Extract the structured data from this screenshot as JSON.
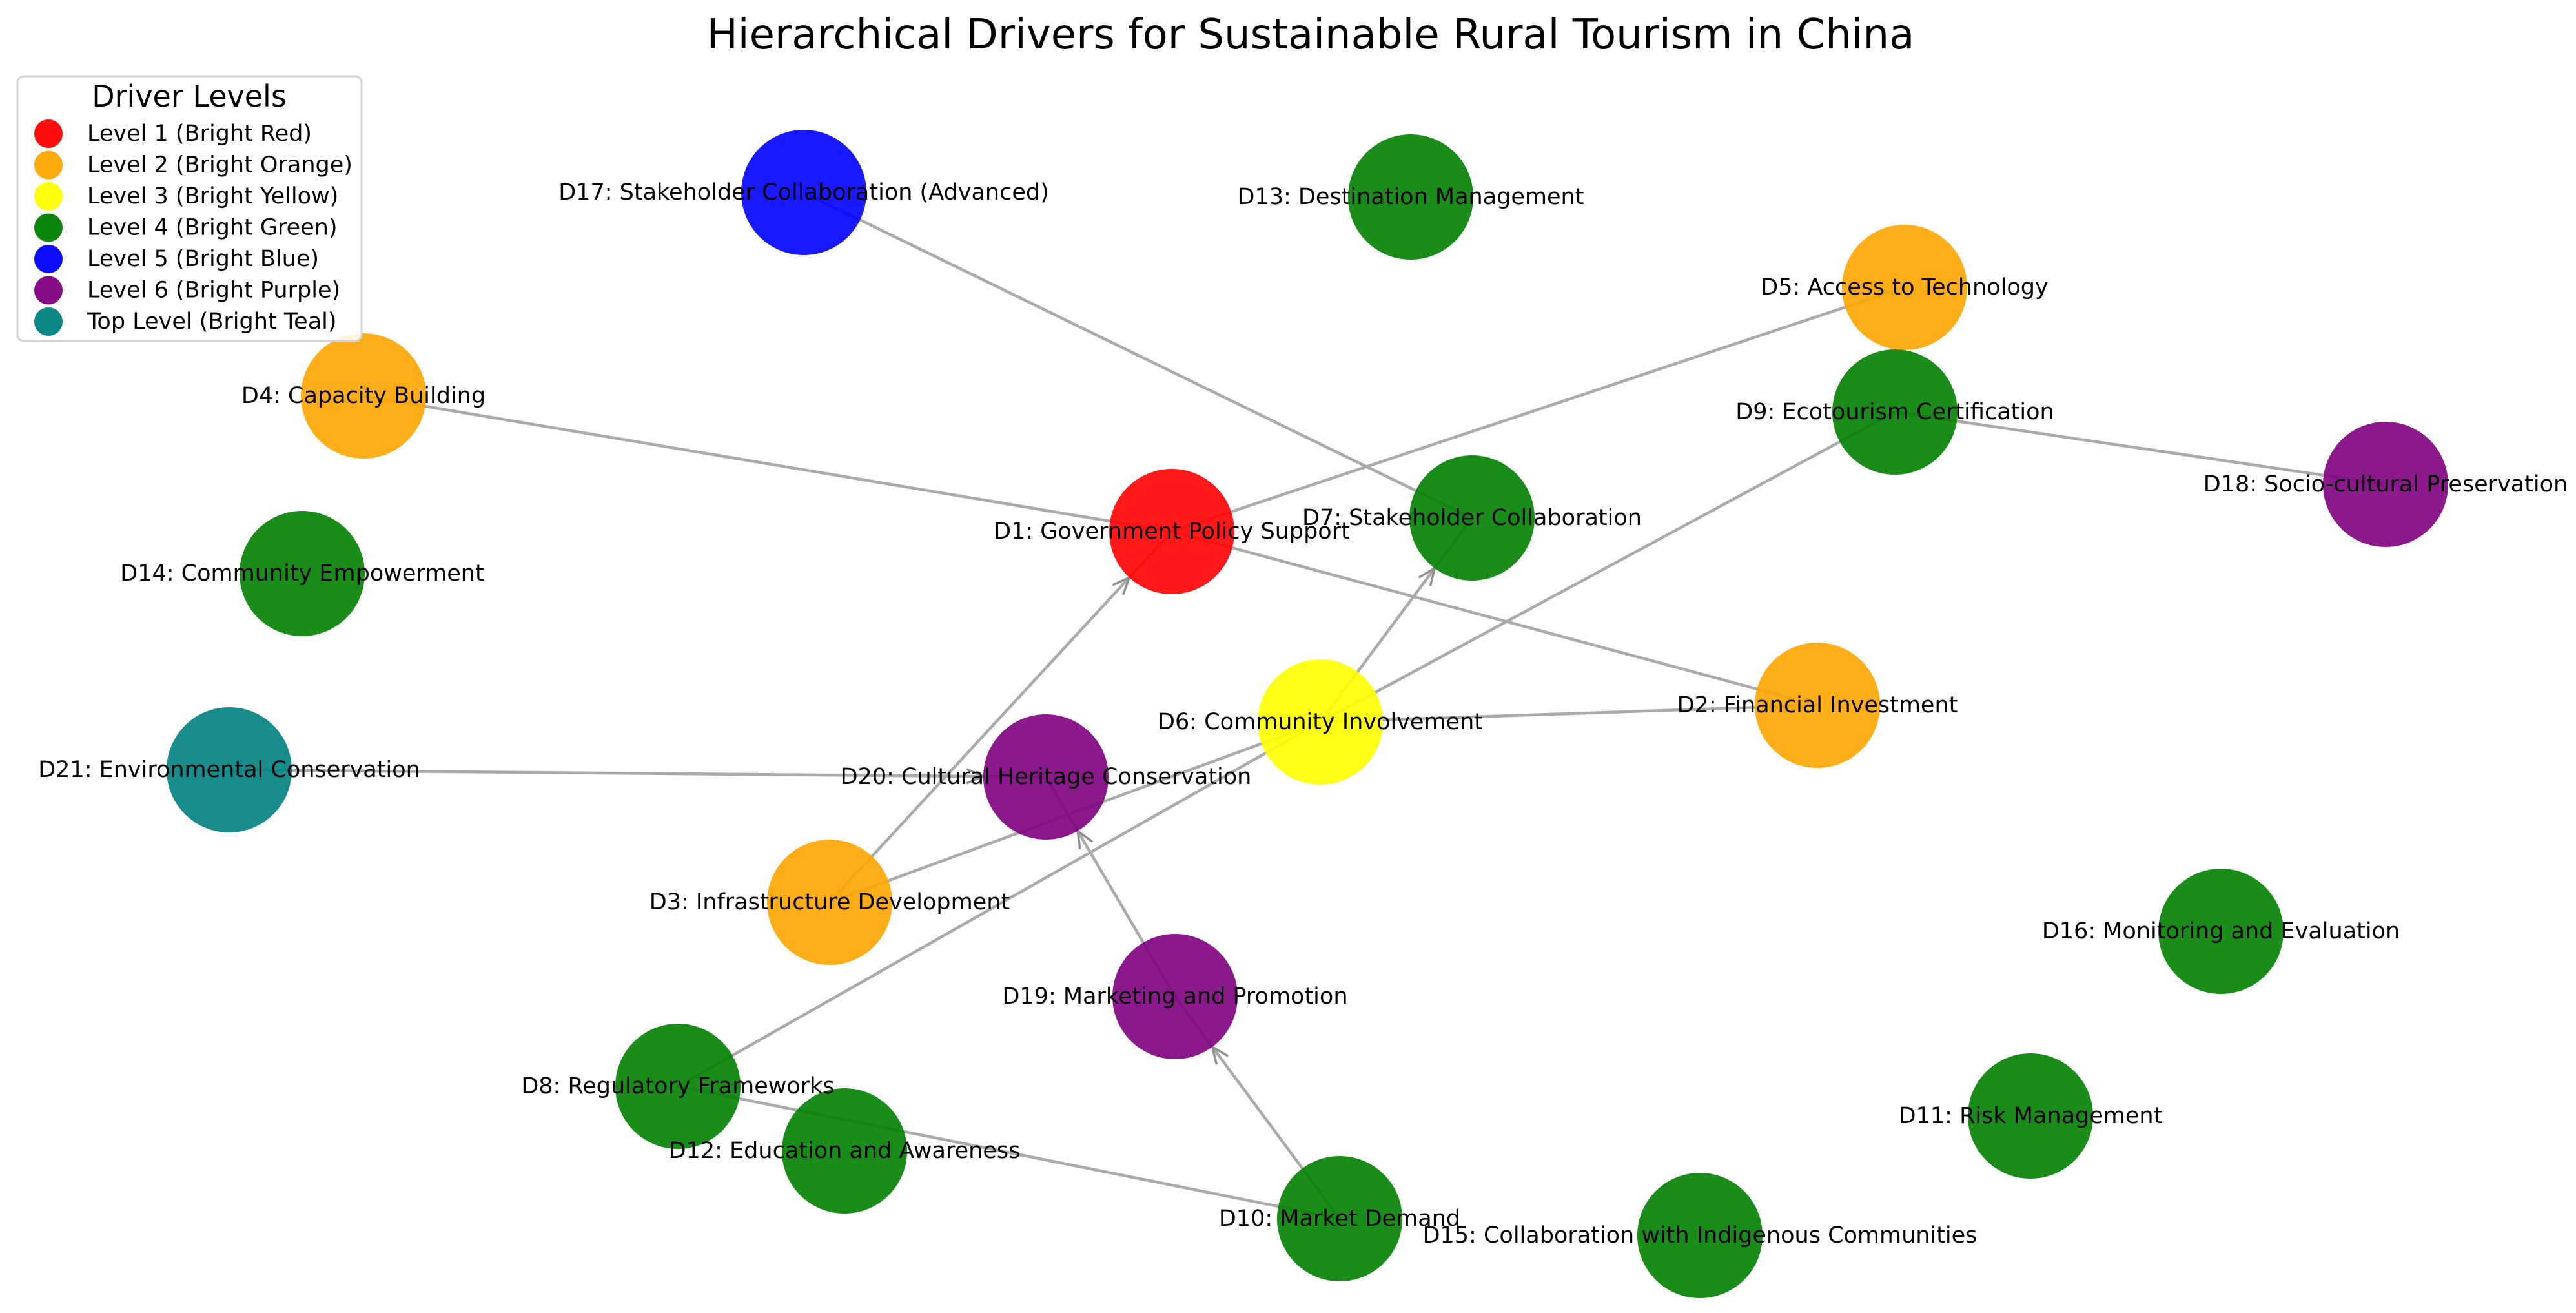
{
  "title": "Hierarchical Drivers for Sustainable Rural Tourism in China",
  "colors": {
    "level1": "#ff0000",
    "level2": "#ffa500",
    "level3": "#ffff00",
    "level4": "#008000",
    "level5": "#0000ff",
    "level6": "#800080",
    "top": "#008080",
    "edge": "#aaaaaa"
  },
  "legend": {
    "title": "Driver Levels",
    "items": [
      {
        "label": "Level 1 (Bright Red)",
        "color": "#ff0000"
      },
      {
        "label": "Level 2 (Bright Orange)",
        "color": "#ffa500"
      },
      {
        "label": "Level 3 (Bright Yellow)",
        "color": "#ffff00"
      },
      {
        "label": "Level 4 (Bright Green)",
        "color": "#008000"
      },
      {
        "label": "Level 5 (Bright Blue)",
        "color": "#0000ff"
      },
      {
        "label": "Level 6 (Bright Purple)",
        "color": "#800080"
      },
      {
        "label": "Top Level (Bright Teal)",
        "color": "#008080"
      }
    ]
  },
  "nodes": [
    {
      "id": "D1",
      "label": "D1: Government Policy Support",
      "level": "level1"
    },
    {
      "id": "D2",
      "label": "D2: Financial Investment",
      "level": "level2"
    },
    {
      "id": "D3",
      "label": "D3: Infrastructure Development",
      "level": "level2"
    },
    {
      "id": "D4",
      "label": "D4: Capacity Building",
      "level": "level2"
    },
    {
      "id": "D5",
      "label": "D5: Access to Technology",
      "level": "level2"
    },
    {
      "id": "D6",
      "label": "D6: Community Involvement",
      "level": "level3"
    },
    {
      "id": "D7",
      "label": "D7: Stakeholder Collaboration",
      "level": "level4"
    },
    {
      "id": "D8",
      "label": "D8: Regulatory Frameworks",
      "level": "level4"
    },
    {
      "id": "D9",
      "label": "D9: Ecotourism Certification",
      "level": "level4"
    },
    {
      "id": "D10",
      "label": "D10: Market Demand",
      "level": "level4"
    },
    {
      "id": "D11",
      "label": "D11: Risk Management",
      "level": "level4"
    },
    {
      "id": "D12",
      "label": "D12: Education and Awareness",
      "level": "level4"
    },
    {
      "id": "D13",
      "label": "D13: Destination Management",
      "level": "level4"
    },
    {
      "id": "D14",
      "label": "D14: Community Empowerment",
      "level": "level4"
    },
    {
      "id": "D15",
      "label": "D15: Collaboration with Indigenous Communities",
      "level": "level4"
    },
    {
      "id": "D16",
      "label": "D16: Monitoring and Evaluation",
      "level": "level4"
    },
    {
      "id": "D17",
      "label": "D17: Stakeholder Collaboration (Advanced)",
      "level": "level5"
    },
    {
      "id": "D18",
      "label": "D18: Socio-cultural Preservation",
      "level": "level6"
    },
    {
      "id": "D19",
      "label": "D19: Marketing and Promotion",
      "level": "level6"
    },
    {
      "id": "D20",
      "label": "D20: Cultural Heritage Conservation",
      "level": "level6"
    },
    {
      "id": "D21",
      "label": "D21: Environmental Conservation",
      "level": "top"
    }
  ],
  "edges": [
    {
      "from": "D1",
      "to": "D4"
    },
    {
      "from": "D1",
      "to": "D5"
    },
    {
      "from": "D1",
      "to": "D2"
    },
    {
      "from": "D3",
      "to": "D1"
    },
    {
      "from": "D6",
      "to": "D7"
    },
    {
      "from": "D6",
      "to": "D2"
    },
    {
      "from": "D6",
      "to": "D9"
    },
    {
      "from": "D6",
      "to": "D8"
    },
    {
      "from": "D3",
      "to": "D6"
    },
    {
      "from": "D17",
      "to": "D7"
    },
    {
      "from": "D9",
      "to": "D18"
    },
    {
      "from": "D21",
      "to": "D20"
    },
    {
      "from": "D19",
      "to": "D20"
    },
    {
      "from": "D10",
      "to": "D19"
    },
    {
      "from": "D8",
      "to": "D10"
    }
  ]
}
